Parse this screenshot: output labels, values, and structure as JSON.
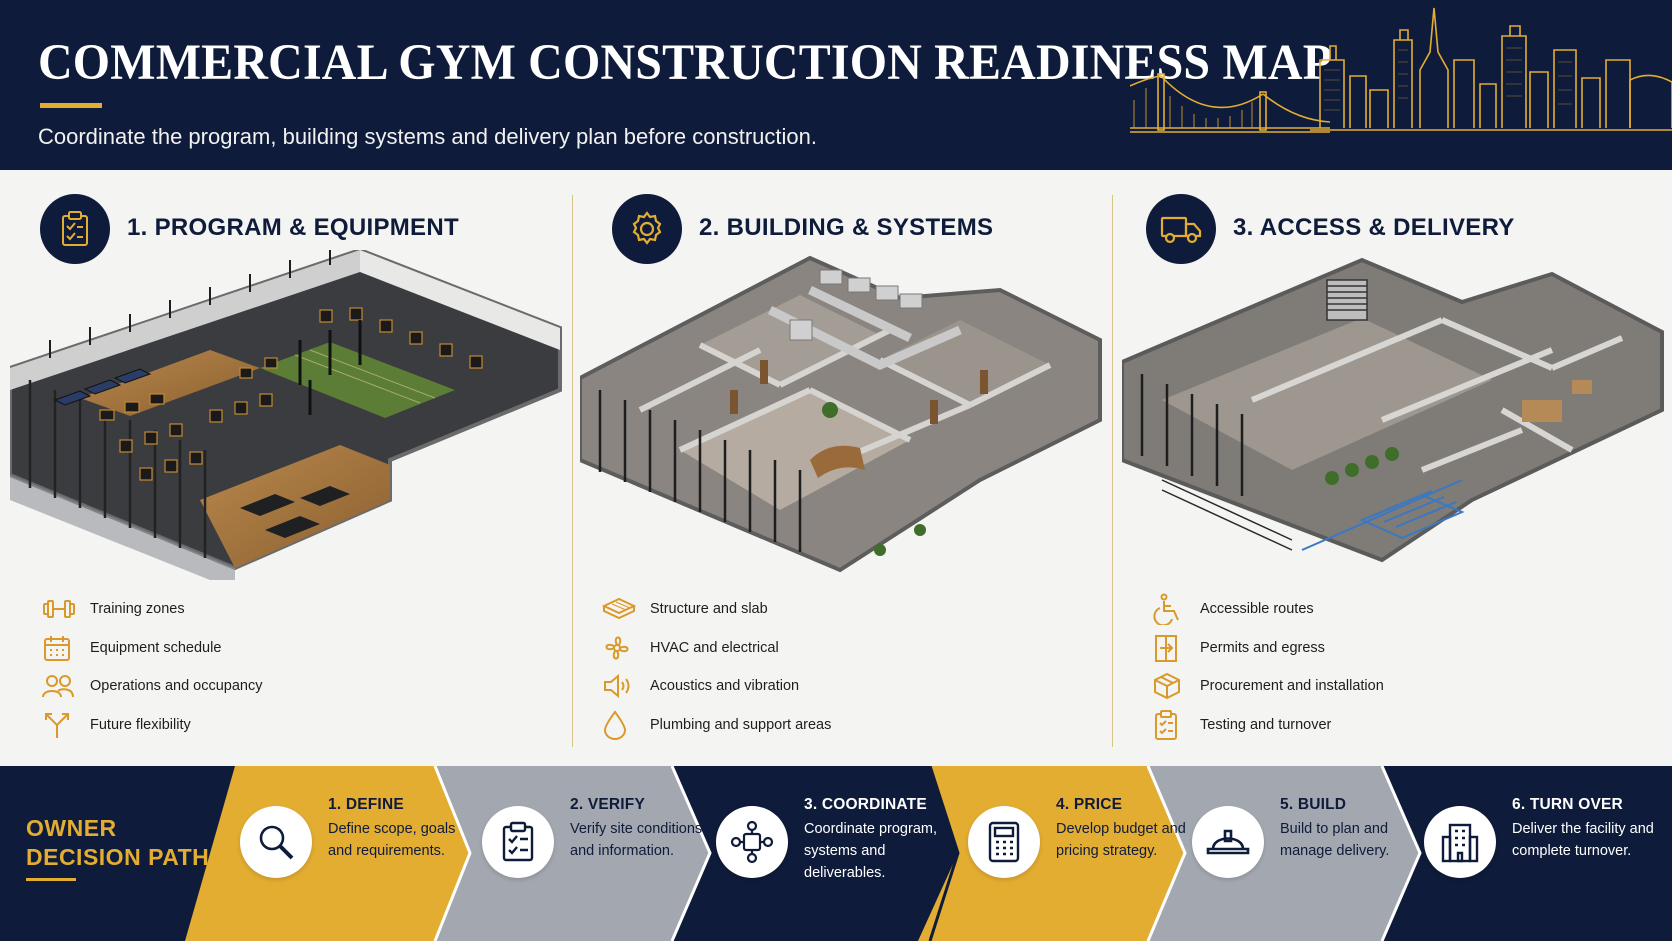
{
  "header": {
    "title": "COMMERCIAL GYM CONSTRUCTION READINESS MAP",
    "subtitle": "Coordinate the program, building systems and delivery plan before construction."
  },
  "colors": {
    "navy": "#0f1b3a",
    "gold": "#e3ad32",
    "gray": "#a3a8b0",
    "background": "#f4f4f2"
  },
  "columns": [
    {
      "title": "1. PROGRAM & EQUIPMENT",
      "icon": "clipboard-check-icon",
      "items": [
        {
          "label": "Training zones",
          "icon": "dumbbell-icon"
        },
        {
          "label": "Equipment schedule",
          "icon": "calendar-icon"
        },
        {
          "label": "Operations and occupancy",
          "icon": "people-icon"
        },
        {
          "label": "Future flexibility",
          "icon": "branch-arrows-icon"
        }
      ]
    },
    {
      "title": "2. BUILDING & SYSTEMS",
      "icon": "gear-icon",
      "items": [
        {
          "label": "Structure and slab",
          "icon": "slab-icon"
        },
        {
          "label": "HVAC and electrical",
          "icon": "fan-icon"
        },
        {
          "label": "Acoustics and vibration",
          "icon": "speaker-icon"
        },
        {
          "label": "Plumbing and support areas",
          "icon": "water-drop-icon"
        }
      ]
    },
    {
      "title": "3. ACCESS & DELIVERY",
      "icon": "truck-icon",
      "items": [
        {
          "label": "Accessible routes",
          "icon": "wheelchair-icon"
        },
        {
          "label": "Permits and egress",
          "icon": "exit-door-icon"
        },
        {
          "label": "Procurement and installation",
          "icon": "box-icon"
        },
        {
          "label": "Testing and turnover",
          "icon": "checklist-icon"
        }
      ]
    }
  ],
  "decision_path": {
    "title_line1": "OWNER",
    "title_line2": "DECISION PATH",
    "steps": [
      {
        "title": "1. DEFINE",
        "desc": "Define scope, goals and requirements.",
        "icon": "magnifier-icon",
        "band": "gold"
      },
      {
        "title": "2. VERIFY",
        "desc": "Verify site conditions and information.",
        "icon": "clipboard-check-icon",
        "band": "gray"
      },
      {
        "title": "3. COORDINATE",
        "desc": "Coordinate program, systems and deliverables.",
        "icon": "puzzle-network-icon",
        "band": "navy"
      },
      {
        "title": "4. PRICE",
        "desc": "Develop budget and pricing strategy.",
        "icon": "calculator-icon",
        "band": "gold"
      },
      {
        "title": "5. BUILD",
        "desc": "Build to plan and manage delivery.",
        "icon": "hard-hat-icon",
        "band": "gray"
      },
      {
        "title": "6. TURN OVER",
        "desc": "Deliver the facility and complete turnover.",
        "icon": "building-icon",
        "band": "navy"
      }
    ]
  }
}
